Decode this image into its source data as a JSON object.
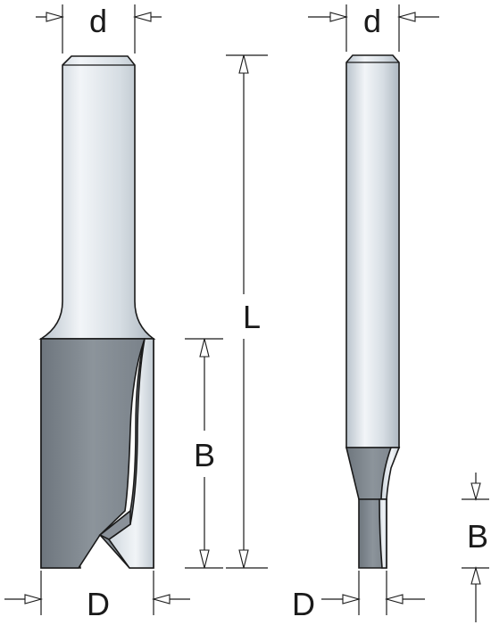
{
  "labels": {
    "d_left": "d",
    "d_right": "d",
    "L": "L",
    "B_left": "B",
    "B_right": "B",
    "D_left": "D",
    "D_right": "D"
  },
  "colors": {
    "shank_light": "#e9eef2",
    "shank_mid": "#c9d3db",
    "cutter_dark": "#7d858d",
    "cutter_mid": "#a4abb2",
    "outline": "#1a1a1a"
  }
}
